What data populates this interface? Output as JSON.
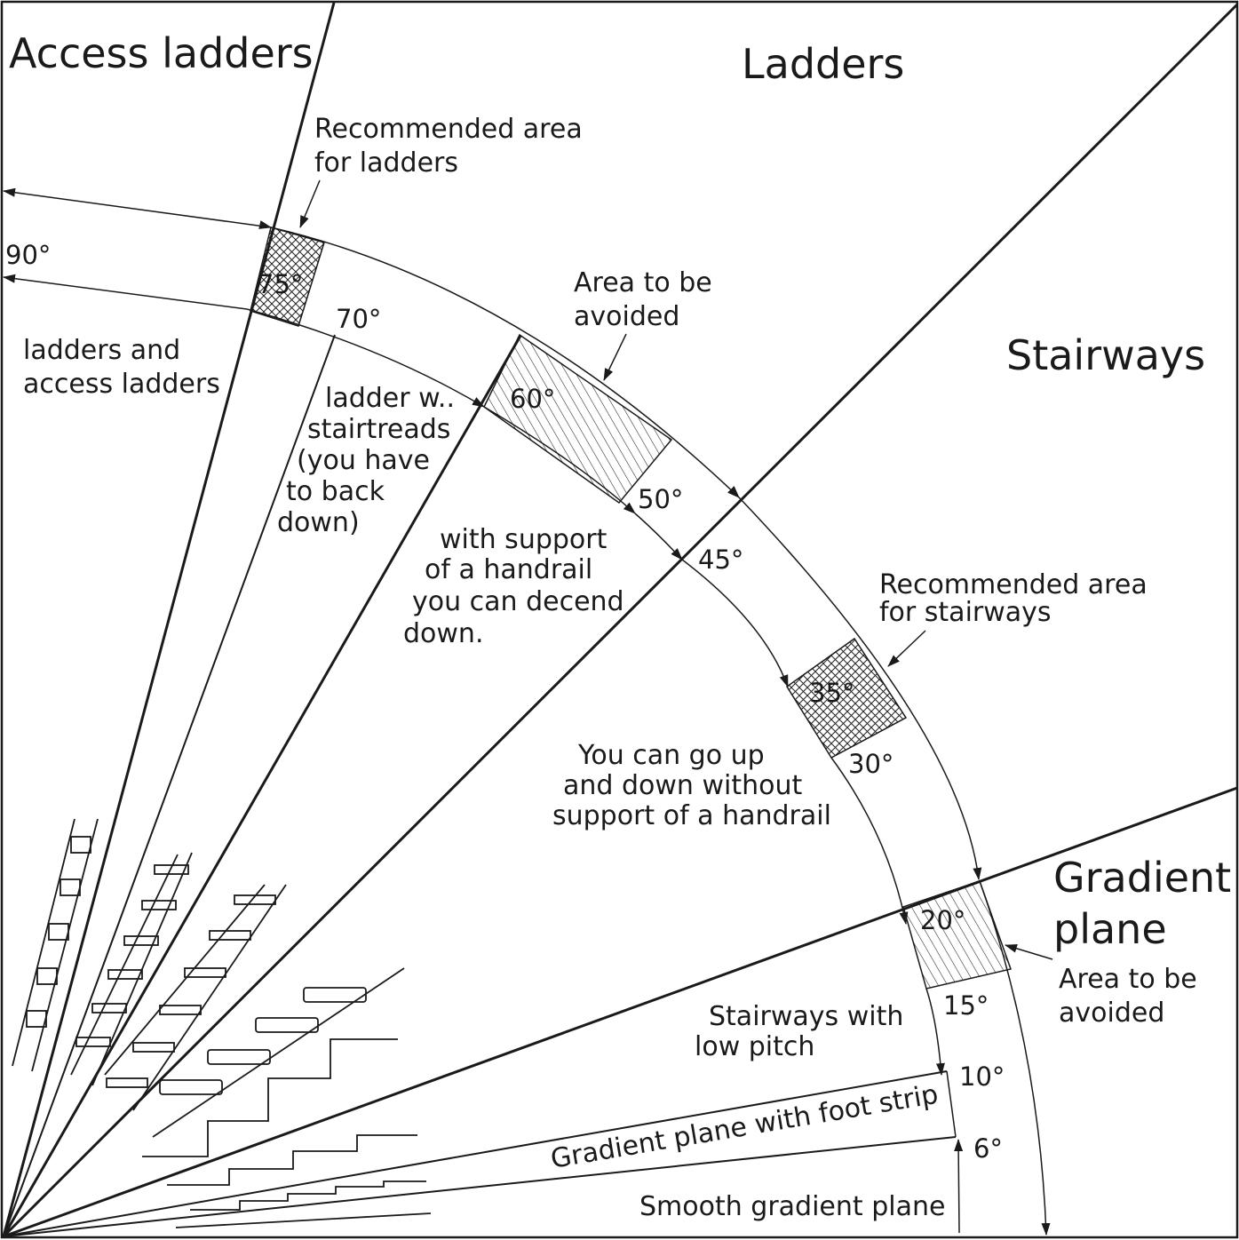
{
  "regions": {
    "access_ladders": "Access ladders",
    "ladders": "Ladders",
    "stairways": "Stairways",
    "gradient_plane": [
      "Gradient",
      "plane"
    ]
  },
  "angles": {
    "a90": "90°",
    "a75": "75°",
    "a70": "70°",
    "a60": "60°",
    "a50": "50°",
    "a45": "45°",
    "a35": "35°",
    "a30": "30°",
    "a20": "20°",
    "a15": "15°",
    "a10": "10°",
    "a6": "6°"
  },
  "notes": {
    "recommended_ladders": [
      "Recommended area",
      "for ladders"
    ],
    "avoid_upper": [
      "Area to be",
      "avoided"
    ],
    "ladders_access": [
      "ladders and",
      "access ladders"
    ],
    "ladder_stairtreads": [
      "ladder w..",
      "stairtreads",
      "(you have",
      "to back",
      "down)"
    ],
    "handrail_support": [
      "with support",
      "of a handrail",
      "you can decend",
      "down."
    ],
    "recommended_stairways": [
      "Recommended area",
      "for stairways"
    ],
    "no_handrail": [
      "You can go up",
      "and down without",
      "support of a handrail"
    ],
    "avoid_lower": [
      "Area to be",
      "avoided"
    ],
    "low_pitch": [
      "Stairways with",
      "low pitch"
    ],
    "foot_strip": "Gradient plane with foot strip",
    "smooth_plane": "Smooth gradient plane"
  }
}
